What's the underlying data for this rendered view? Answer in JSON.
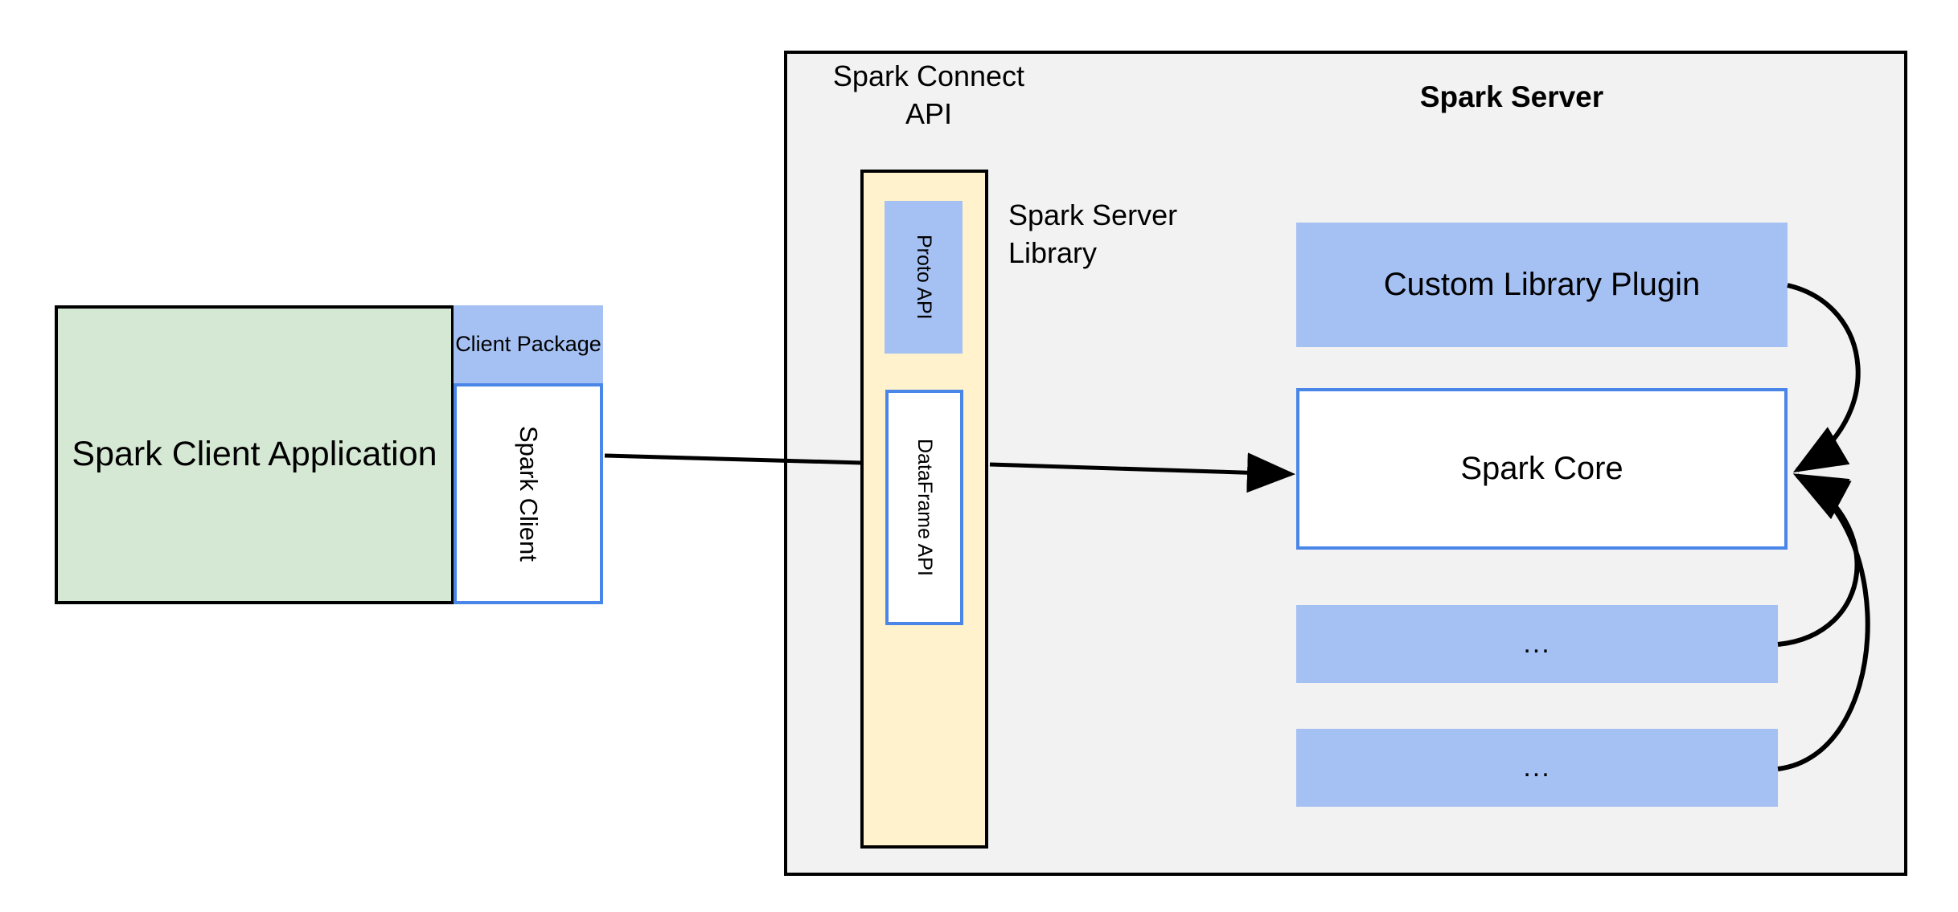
{
  "diagram": {
    "title_client_application": "Spark Client\nApplication",
    "client": {
      "application_label": "Spark Client Application",
      "package_label": "Client Package",
      "spark_client_label": "Spark Client"
    },
    "server": {
      "container_title": "Spark Server",
      "connect_api_label": "Spark Connect API",
      "server_library_label": "Spark Server Library",
      "proto_api_label": "Proto API",
      "dataframe_api_label": "DataFrame API",
      "custom_library_plugin_label": "Custom Library Plugin",
      "spark_core_label": "Spark Core",
      "ellipsis_label_1": "...",
      "ellipsis_label_2": "..."
    }
  },
  "colors": {
    "green_fill": "#d5e8d4",
    "blue_fill": "#a5c1f3",
    "yellow_fill": "#fff2cc",
    "gray_fill": "#f2f2f2",
    "blue_border": "#4a86e8",
    "black_border": "#000000",
    "white_fill": "#ffffff"
  },
  "connections": [
    {
      "name": "client-to-connect-api",
      "from": "Spark Client",
      "to": "Spark Connect API",
      "style": "straight-arrow"
    },
    {
      "name": "connect-api-to-spark-core",
      "from": "DataFrame API",
      "to": "Spark Core",
      "style": "straight-arrow"
    },
    {
      "name": "custom-library-plugin-to-spark-core",
      "from": "Custom Library Plugin",
      "to": "Spark Core",
      "style": "curved-arrow"
    },
    {
      "name": "ellipsis-1-to-spark-core",
      "from": "...",
      "to": "Spark Core",
      "style": "curved-arrow"
    },
    {
      "name": "ellipsis-2-to-spark-core",
      "from": "...",
      "to": "Spark Core",
      "style": "curved-arrow"
    }
  ]
}
